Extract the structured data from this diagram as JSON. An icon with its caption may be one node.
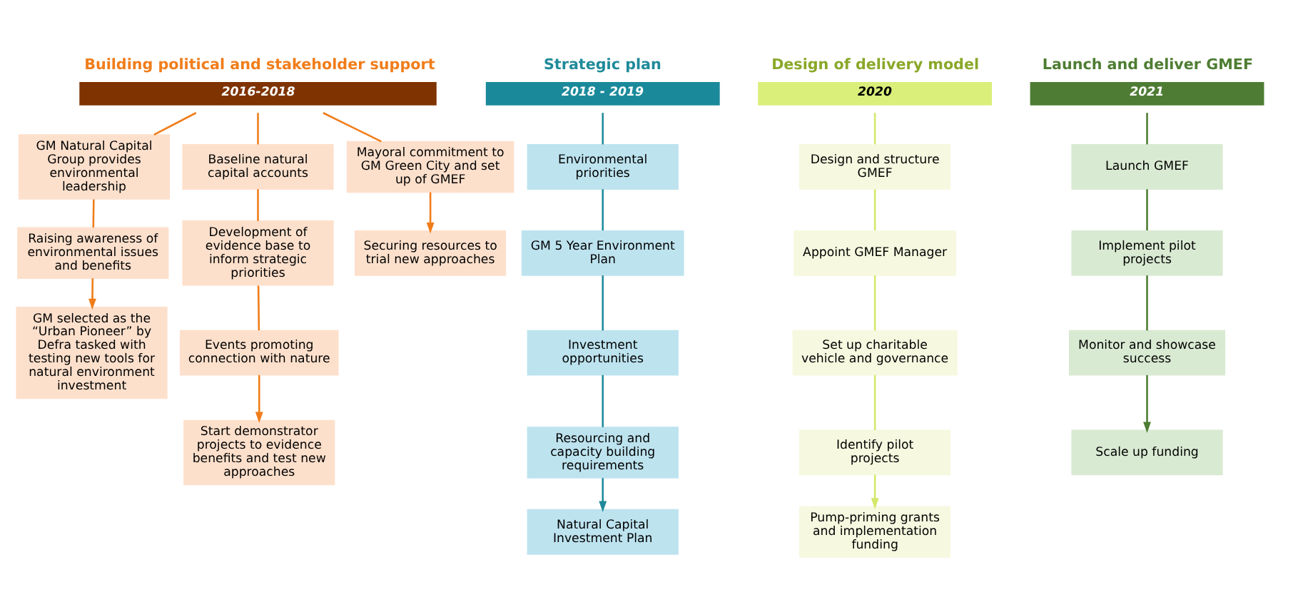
{
  "diagram": {
    "nodes": [
      {
        "text": [
          "Building political and stakeholder support",
          "2016-2018"
        ]
      },
      {
        "text": [
          "Strategic plan",
          "2018 - 2019"
        ]
      },
      {
        "text": [
          "Design of delivery model",
          "2020"
        ]
      },
      {
        "text": [
          "Launch and deliver GMEF",
          "2021"
        ]
      },
      {
        "text": [
          "GM Natural Capital Group provides environmental leadership"
        ]
      },
      {
        "text": [
          "Raising awareness of environmental issues and benefits"
        ]
      },
      {
        "text": [
          "GM selected as the “Urban Pioneer” by Defra tasked with testing new tools for natural environment investment"
        ]
      },
      {
        "text": [
          "Baseline natural capital accounts"
        ]
      },
      {
        "text": [
          "Development of evidence base to inform strategic priorities"
        ]
      },
      {
        "text": [
          "Events promoting connection with nature"
        ]
      },
      {
        "text": [
          "Start demonstrator projects to evidence benefits and test new approaches"
        ]
      },
      {
        "text": [
          "Mayoral commitment to GM Green City and set up of GMEF"
        ]
      },
      {
        "text": [
          "Securing resources to trial new approaches"
        ]
      },
      {
        "text": [
          "Environmental priorities"
        ]
      },
      {
        "text": [
          "GM 5 Year Environment Plan"
        ]
      },
      {
        "text": [
          "Investment opportunities"
        ]
      },
      {
        "text": [
          "Resourcing and capacity building requirements"
        ]
      },
      {
        "text": [
          "Natural Capital Investment Plan"
        ]
      },
      {
        "text": [
          "Design and structure GMEF"
        ]
      },
      {
        "text": [
          "Appoint GMEF Manager"
        ]
      },
      {
        "text": [
          "Set up charitable vehicle and governance"
        ]
      },
      {
        "text": [
          "Identify pilot projects"
        ]
      },
      {
        "text": [
          "Pump-priming grants and implementation funding"
        ]
      },
      {
        "text": [
          "Launch GMEF"
        ]
      },
      {
        "text": [
          "Implement pilot projects"
        ]
      },
      {
        "text": [
          "Monitor and showcase success"
        ]
      },
      {
        "text": [
          "Scale up funding"
        ]
      }
    ],
    "edges": [
      {
        "from": 0,
        "to": 4,
        "arrow": "none",
        "color": "#f07d1a"
      },
      {
        "from": 4,
        "to": 5,
        "arrow": "none",
        "color": "#f07d1a"
      },
      {
        "from": 5,
        "to": 6,
        "arrow": "to",
        "color": "#f07d1a"
      },
      {
        "from": 0,
        "to": 7,
        "arrow": "none",
        "color": "#f07d1a"
      },
      {
        "from": 7,
        "to": 8,
        "arrow": "none",
        "color": "#f07d1a"
      },
      {
        "from": 8,
        "to": 9,
        "arrow": "none",
        "color": "#f07d1a"
      },
      {
        "from": 9,
        "to": 10,
        "arrow": "to",
        "color": "#f07d1a"
      },
      {
        "from": 0,
        "to": 11,
        "arrow": "none",
        "color": "#f07d1a"
      },
      {
        "from": 11,
        "to": 12,
        "arrow": "to",
        "color": "#f07d1a"
      },
      {
        "from": 1,
        "to": 13,
        "arrow": "none",
        "color": "#1f8a9a"
      },
      {
        "from": 13,
        "to": 14,
        "arrow": "none",
        "color": "#1f8a9a"
      },
      {
        "from": 14,
        "to": 15,
        "arrow": "none",
        "color": "#1f8a9a"
      },
      {
        "from": 15,
        "to": 16,
        "arrow": "none",
        "color": "#1f8a9a"
      },
      {
        "from": 16,
        "to": 17,
        "arrow": "to",
        "color": "#1f8a9a"
      },
      {
        "from": 2,
        "to": 18,
        "arrow": "none",
        "color": "#d4e86a"
      },
      {
        "from": 18,
        "to": 19,
        "arrow": "none",
        "color": "#d4e86a"
      },
      {
        "from": 19,
        "to": 20,
        "arrow": "none",
        "color": "#d4e86a"
      },
      {
        "from": 20,
        "to": 21,
        "arrow": "none",
        "color": "#d4e86a"
      },
      {
        "from": 21,
        "to": 22,
        "arrow": "to",
        "color": "#d4e86a"
      },
      {
        "from": 3,
        "to": 23,
        "arrow": "none",
        "color": "#4e7d32"
      },
      {
        "from": 23,
        "to": 24,
        "arrow": "none",
        "color": "#4e7d32"
      },
      {
        "from": 24,
        "to": 25,
        "arrow": "none",
        "color": "#4e7d32"
      },
      {
        "from": 25,
        "to": 26,
        "arrow": "to",
        "color": "#4e7d32"
      }
    ]
  }
}
